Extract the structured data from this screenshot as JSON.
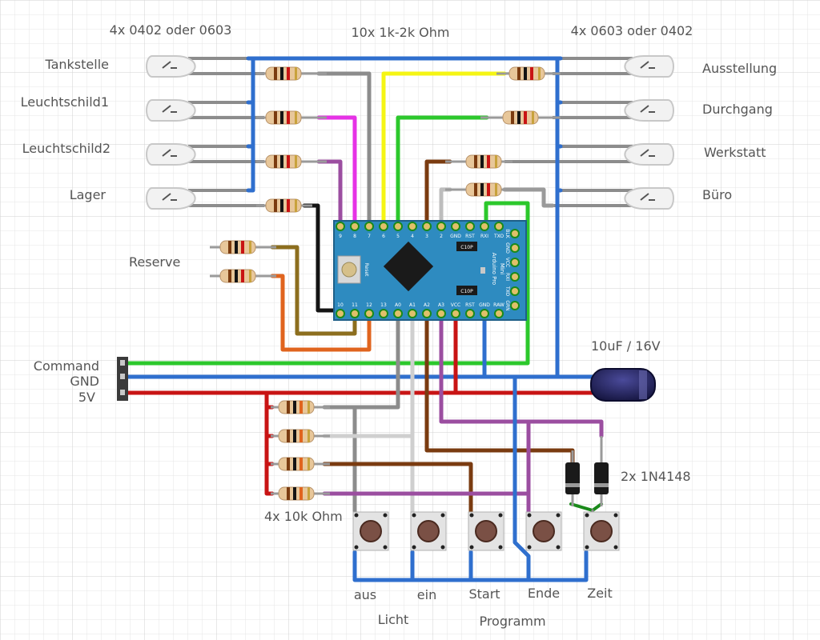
{
  "labels": {
    "led_left_type": "4x 0402 oder 0603",
    "resistor_type_top": "10x 1k-2k Ohm",
    "led_right_type": "4x 0603 oder 0402",
    "left_leds": [
      "Tankstelle",
      "Leuchtschild1",
      "Leuchtschild2",
      "Lager"
    ],
    "right_leds": [
      "Ausstellung",
      "Durchgang",
      "Werkstatt",
      "Büro"
    ],
    "reserve": "Reserve",
    "connector": [
      "Command",
      "GND",
      "5V"
    ],
    "capacitor": "10uF / 16V",
    "diodes": "2x 1N4148",
    "pulldown": "4x 10k Ohm",
    "buttons": [
      "aus",
      "ein",
      "Start",
      "Ende",
      "Zeit"
    ],
    "group_licht": "Licht",
    "group_programm": "Programm"
  },
  "board": {
    "top_pins": [
      "9",
      "8",
      "7",
      "6",
      "5",
      "4",
      "3",
      "2",
      "GND",
      "RST",
      "RXI",
      "TXO"
    ],
    "bottom_pins": [
      "10",
      "11",
      "12",
      "13",
      "A0",
      "A1",
      "A2",
      "A3",
      "VCC",
      "RST",
      "GND",
      "RAW"
    ],
    "right_pins": [
      "BLK",
      "GND",
      "VCC",
      "RXI",
      "TXO",
      "GRN"
    ],
    "name_lines": [
      "Mini",
      "Arduino Pro"
    ],
    "reset_label": "Reset",
    "chip_label": "C10P"
  },
  "colors": {
    "blue": "#2f6fce",
    "red": "#c81414",
    "green": "#2cc82c",
    "yellow": "#f5f514",
    "magenta": "#e632e6",
    "purple": "#9b4ea0",
    "brown": "#7a3b10",
    "orange": "#e0641e",
    "olive": "#8c6e1e",
    "gray": "#8c8c8c",
    "black": "#141414",
    "board": "#2e8bc0"
  }
}
